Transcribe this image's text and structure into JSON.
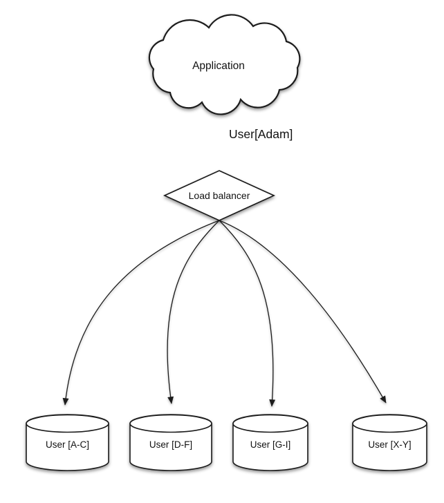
{
  "diagram": {
    "background_color": "#ffffff",
    "line_color": "#1a1a1a",
    "nodes": {
      "application": {
        "label": "Application",
        "shape": "cloud"
      },
      "load_balancer": {
        "label": "Load balancer",
        "shape": "diamond"
      },
      "shards": [
        {
          "label": "User [A-C]",
          "shape": "cylinder"
        },
        {
          "label": "User [D-F]",
          "shape": "cylinder"
        },
        {
          "label": "User [G-I]",
          "shape": "cylinder"
        },
        {
          "label": "User [X-Y]",
          "shape": "cylinder"
        }
      ]
    },
    "edges": {
      "app_to_load_balancer": {
        "label": "User[Adam]"
      }
    }
  }
}
